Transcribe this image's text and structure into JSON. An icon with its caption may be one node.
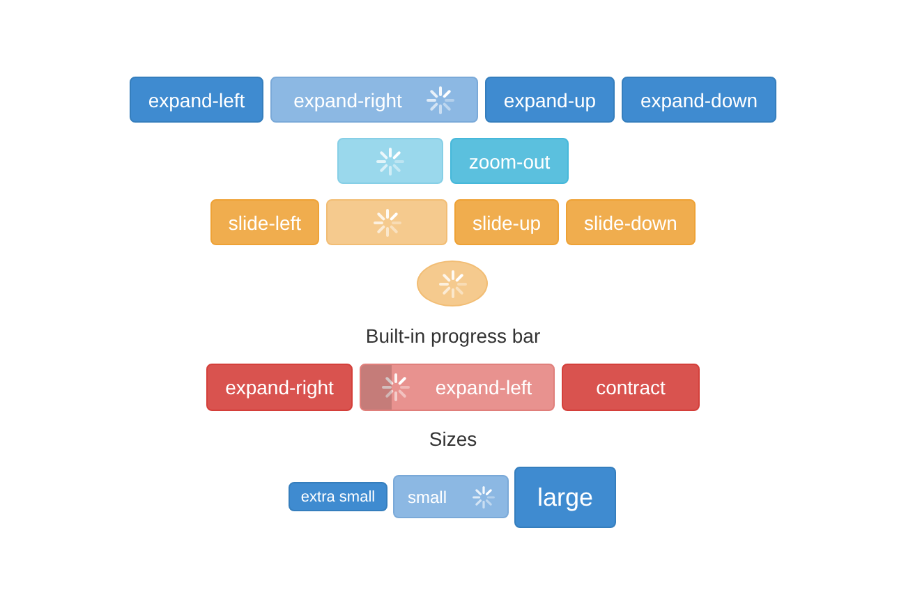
{
  "diagram": {
    "nodes": [
      {
        "text": [
          "expand-left"
        ]
      },
      {
        "text": [
          "expand-right"
        ]
      },
      {
        "text": [
          "expand-up"
        ]
      },
      {
        "text": [
          "expand-down"
        ]
      },
      {
        "text": [],
        "shape": "box"
      },
      {
        "text": [
          "zoom-out"
        ]
      },
      {
        "text": [
          "slide-left"
        ]
      },
      {
        "text": [],
        "shape": "box"
      },
      {
        "text": [
          "slide-up"
        ]
      },
      {
        "text": [
          "slide-down"
        ]
      },
      {
        "text": [],
        "shape": "circle"
      },
      {
        "text": [
          "expand-right"
        ]
      },
      {
        "text": [
          "expand-left"
        ]
      },
      {
        "text": [
          "contract"
        ]
      },
      {
        "text": [
          "extra small"
        ]
      },
      {
        "text": [
          "small"
        ]
      },
      {
        "text": [
          "large"
        ]
      }
    ],
    "labels": [
      "Built-in progress bar",
      "Sizes"
    ]
  }
}
